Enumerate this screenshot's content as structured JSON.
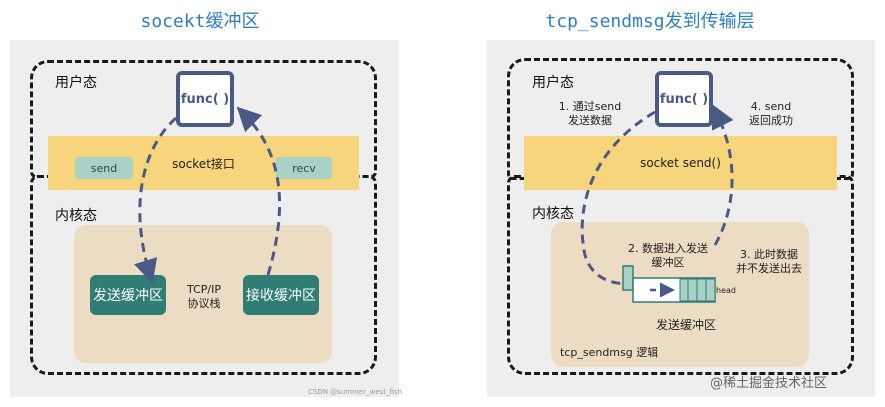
{
  "left": {
    "title_code": "socekt",
    "title_cn": "缓冲区",
    "user_space_label": "用户态",
    "kernel_space_label": "内核态",
    "func_label": "func( )",
    "socket_label": "socket接口",
    "send_label": "send",
    "recv_label": "recv",
    "send_buffer_label": "发送缓冲区",
    "recv_buffer_label": "接收缓冲区",
    "stack_label_line1": "TCP/IP",
    "stack_label_line2": "协议栈",
    "watermark": "CSDN @summer_west_fish"
  },
  "right": {
    "title_code": "tcp_sendmsg",
    "title_cn": "发到传输层",
    "user_space_label": "用户态",
    "kernel_space_label": "内核态",
    "func_label": "func( )",
    "socket_label": "socket  send()",
    "step1_line1": "1. 通过send",
    "step1_line2": "发送数据",
    "step4_line1": "4. send",
    "step4_line2": "返回成功",
    "step2_line1": "2. 数据进入发送",
    "step2_line2": "缓冲区",
    "step3_line1": "3. 此时数据",
    "step3_line2": "并不发送出去",
    "head_label": "head",
    "send_buffer_label": "发送缓冲区",
    "logic_label": "tcp_sendmsg 逻辑"
  },
  "footer_watermark": "@稀土掘金技术社区",
  "colors": {
    "title_blue": "#2f7fc2",
    "arrow_navy": "#4a5a86",
    "socket_yellow": "#f7d57c",
    "teal_buffer": "#2f7d74",
    "kernel_beige": "#ecdcc3",
    "socket_button_mint": "#a9d2c7"
  }
}
